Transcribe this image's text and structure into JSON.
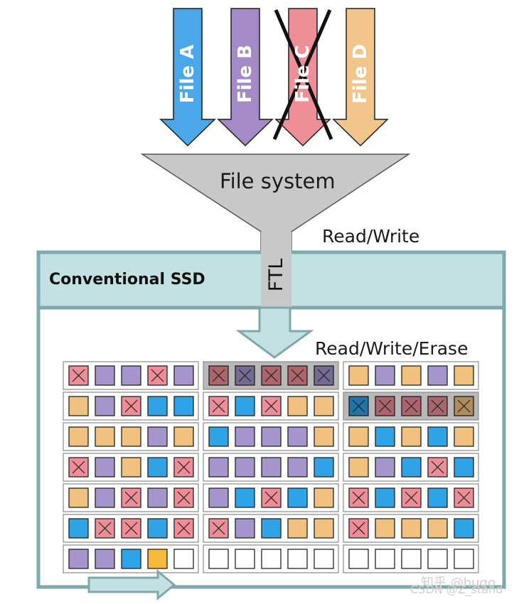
{
  "files": [
    {
      "label": "File A",
      "color": "#4aa8e8",
      "deleted": false
    },
    {
      "label": "File B",
      "color": "#a48bc8",
      "deleted": false
    },
    {
      "label": "File C",
      "color": "#ee8f98",
      "deleted": true
    },
    {
      "label": "File D",
      "color": "#f2c58a",
      "deleted": false
    }
  ],
  "file_system_label": "File system",
  "read_write_label": "Read/Write",
  "ssd_label": "Conventional SSD",
  "ftl_label": "FTL",
  "read_write_erase_label": "Read/Write/Erase",
  "watermark_lines": [
    "知乎 @hugo",
    "CSDN @Z_stand"
  ],
  "colors": {
    "funnel": "#c8c8c8",
    "ssd_header": "#c3e1e3",
    "ssd_border": "#7fa8ac",
    "block_highlight": "#b9b9b9",
    "A": "#2fa3e6",
    "B": "#a694cc",
    "C": "#ee8d97",
    "D": "#f1c27f",
    "Y": "#f6b93b",
    "E": "#ffffff"
  },
  "grid": {
    "rows": [
      [
        [
          "Cx",
          "B",
          "B",
          "Cx",
          "B"
        ],
        [
          "Cx",
          "Bx",
          "Cx",
          "Cx",
          "Bx"
        ],
        [
          "D",
          "B",
          "D",
          "B",
          "D"
        ]
      ],
      [
        [
          "D",
          "B",
          "Cx",
          "A",
          "A"
        ],
        [
          "Cx",
          "A",
          "Cx",
          "D",
          "D"
        ],
        [
          "Ax",
          "Cx",
          "Cx",
          "Cx",
          "Dx"
        ]
      ],
      [
        [
          "D",
          "D",
          "D",
          "B",
          "D"
        ],
        [
          "A",
          "B",
          "B",
          "B",
          "D"
        ],
        [
          "D",
          "A",
          "D",
          "A",
          "D"
        ]
      ],
      [
        [
          "Cx",
          "B",
          "D",
          "A",
          "Cx"
        ],
        [
          "B",
          "B",
          "B",
          "B",
          "A"
        ],
        [
          "D",
          "B",
          "A",
          "Cx",
          "A"
        ]
      ],
      [
        [
          "D",
          "B",
          "Cx",
          "B",
          "Cx"
        ],
        [
          "B",
          "A",
          "Cx",
          "A",
          "D"
        ],
        [
          "Cx",
          "A",
          "Cx",
          "A",
          "Cx"
        ]
      ],
      [
        [
          "A",
          "Cx",
          "Cx",
          "A",
          "Cx"
        ],
        [
          "Cx",
          "B",
          "A",
          "D",
          "D"
        ],
        [
          "Cx",
          "D",
          "D",
          "D",
          "A"
        ]
      ],
      [
        [
          "B",
          "B",
          "A",
          "Y",
          "E"
        ],
        [
          "E",
          "E",
          "E",
          "E",
          "E"
        ],
        [
          "E",
          "E",
          "E",
          "E",
          "E"
        ]
      ]
    ],
    "highlighted_blocks": [
      [
        0,
        1
      ],
      [
        1,
        2
      ]
    ]
  }
}
